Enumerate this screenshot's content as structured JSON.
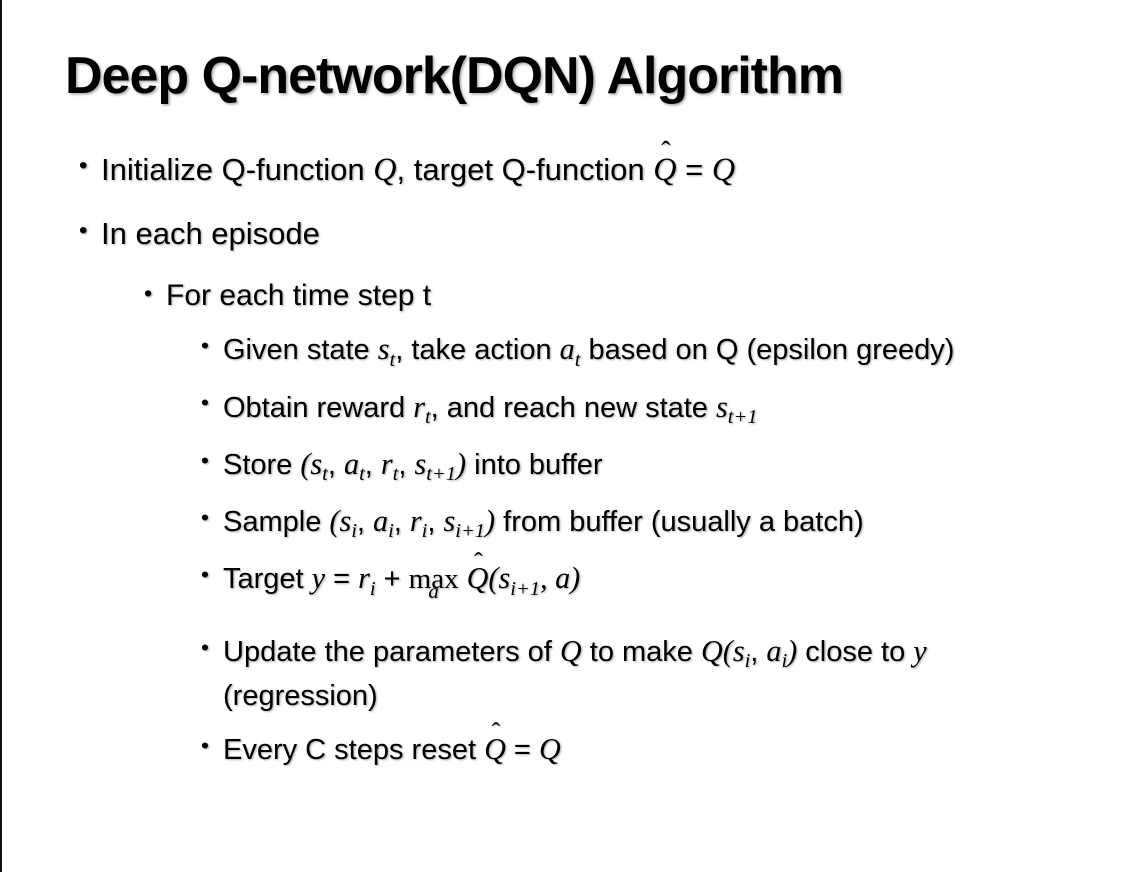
{
  "slide": {
    "title": "Deep Q-network(DQN) Algorithm",
    "bullet_char": "•",
    "bullets": [
      {
        "level": 1,
        "segments": [
          {
            "k": "t",
            "v": "Initialize Q-function "
          },
          {
            "k": "m",
            "v": "Q"
          },
          {
            "k": "t",
            "v": ", target Q-function "
          },
          {
            "k": "hat",
            "v": "Q"
          },
          {
            "k": "t",
            "v": " = "
          },
          {
            "k": "m",
            "v": "Q"
          }
        ]
      },
      {
        "level": 1,
        "segments": [
          {
            "k": "t",
            "v": "In each episode"
          }
        ]
      },
      {
        "level": 2,
        "segments": [
          {
            "k": "t",
            "v": "For each time step t"
          }
        ]
      },
      {
        "level": 3,
        "segments": [
          {
            "k": "t",
            "v": "Given state "
          },
          {
            "k": "ms",
            "v": "s",
            "sub": "t"
          },
          {
            "k": "t",
            "v": ", take action "
          },
          {
            "k": "ms",
            "v": "a",
            "sub": "t"
          },
          {
            "k": "t",
            "v": " based on Q (epsilon greedy)"
          }
        ]
      },
      {
        "level": 3,
        "segments": [
          {
            "k": "t",
            "v": "Obtain reward "
          },
          {
            "k": "ms",
            "v": "r",
            "sub": "t"
          },
          {
            "k": "t",
            "v": ", and reach new state "
          },
          {
            "k": "ms",
            "v": "s",
            "sub": "t+1"
          }
        ]
      },
      {
        "level": 3,
        "segments": [
          {
            "k": "t",
            "v": "Store "
          },
          {
            "k": "m",
            "v": "("
          },
          {
            "k": "ms",
            "v": "s",
            "sub": "t"
          },
          {
            "k": "t",
            "v": ", "
          },
          {
            "k": "ms",
            "v": "a",
            "sub": "t"
          },
          {
            "k": "t",
            "v": ", "
          },
          {
            "k": "ms",
            "v": "r",
            "sub": "t"
          },
          {
            "k": "t",
            "v": ", "
          },
          {
            "k": "ms",
            "v": "s",
            "sub": "t+1"
          },
          {
            "k": "m",
            "v": ")"
          },
          {
            "k": "t",
            "v": " into buffer"
          }
        ]
      },
      {
        "level": 3,
        "segments": [
          {
            "k": "t",
            "v": "Sample "
          },
          {
            "k": "m",
            "v": "("
          },
          {
            "k": "ms",
            "v": "s",
            "sub": "i"
          },
          {
            "k": "t",
            "v": ", "
          },
          {
            "k": "ms",
            "v": "a",
            "sub": "i"
          },
          {
            "k": "t",
            "v": ", "
          },
          {
            "k": "ms",
            "v": "r",
            "sub": "i"
          },
          {
            "k": "t",
            "v": ", "
          },
          {
            "k": "ms",
            "v": "s",
            "sub": "i+1"
          },
          {
            "k": "m",
            "v": ")"
          },
          {
            "k": "t",
            "v": " from buffer (usually a batch)"
          }
        ]
      },
      {
        "level": 3,
        "segments": [
          {
            "k": "t",
            "v": "Target "
          },
          {
            "k": "m",
            "v": "y"
          },
          {
            "k": "t",
            "v": " = "
          },
          {
            "k": "ms",
            "v": "r",
            "sub": "i"
          },
          {
            "k": "t",
            "v": " + "
          },
          {
            "k": "maxu",
            "v": "max",
            "under": "a"
          },
          {
            "k": "t",
            "v": " "
          },
          {
            "k": "hat",
            "v": "Q"
          },
          {
            "k": "m",
            "v": "("
          },
          {
            "k": "ms",
            "v": "s",
            "sub": "i+1"
          },
          {
            "k": "m",
            "v": ", "
          },
          {
            "k": "m",
            "v": "a"
          },
          {
            "k": "m",
            "v": ")"
          }
        ]
      },
      {
        "level": 3,
        "segments": [
          {
            "k": "t",
            "v": "Update the parameters of "
          },
          {
            "k": "m",
            "v": "Q"
          },
          {
            "k": "t",
            "v": " to make "
          },
          {
            "k": "m",
            "v": "Q"
          },
          {
            "k": "m",
            "v": "("
          },
          {
            "k": "ms",
            "v": "s",
            "sub": "i"
          },
          {
            "k": "t",
            "v": ", "
          },
          {
            "k": "ms",
            "v": "a",
            "sub": "i"
          },
          {
            "k": "m",
            "v": ")"
          },
          {
            "k": "t",
            "v": " close to "
          },
          {
            "k": "m",
            "v": "y"
          },
          {
            "k": "t",
            "v": " (regression)"
          }
        ]
      },
      {
        "level": 3,
        "segments": [
          {
            "k": "t",
            "v": "Every C steps reset "
          },
          {
            "k": "hat",
            "v": "Q"
          },
          {
            "k": "t",
            "v": " = "
          },
          {
            "k": "m",
            "v": "Q"
          }
        ]
      }
    ]
  },
  "colors": {
    "text": "#000000",
    "background": "#ffffff",
    "left_edge": "#111111"
  }
}
